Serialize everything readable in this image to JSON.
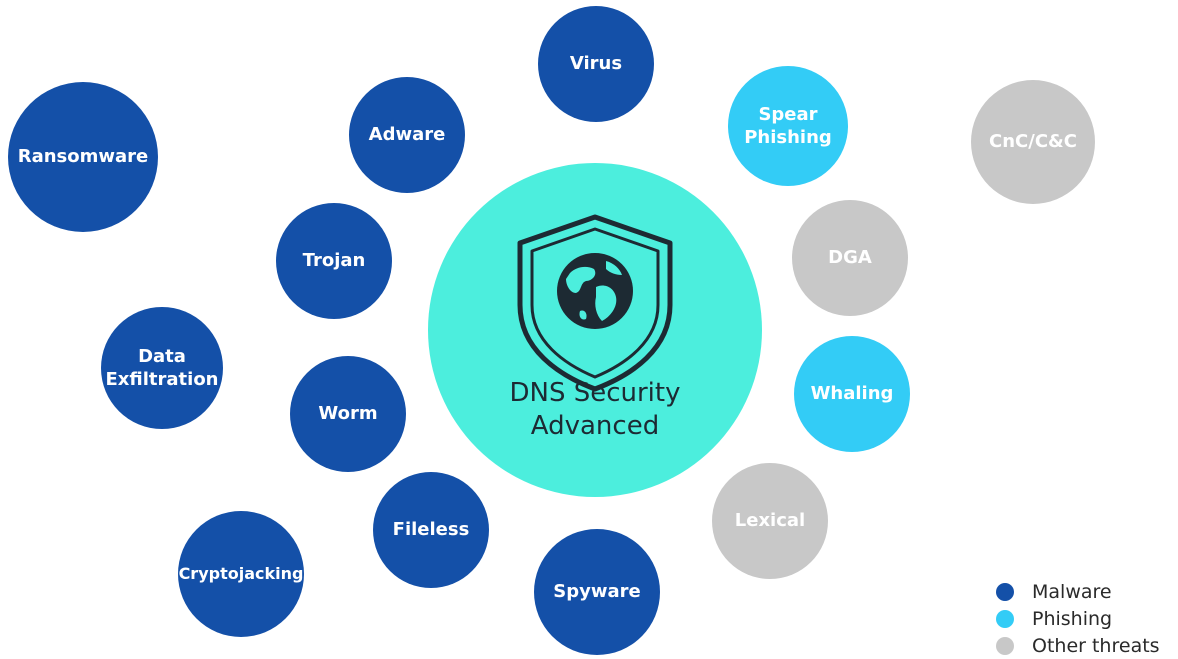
{
  "colors": {
    "malware": "#1450a8",
    "phishing": "#33ccf6",
    "other": "#c8c8c8",
    "center": "#4ceedd",
    "shield_stroke": "#1d2a33"
  },
  "center": {
    "line1": "DNS Security",
    "line2": "Advanced",
    "icon": "shield-globe-icon"
  },
  "nodes": {
    "virus": {
      "label": "Virus",
      "category": "malware"
    },
    "adware": {
      "label": "Adware",
      "category": "malware"
    },
    "ransomware": {
      "label": "Ransomware",
      "category": "malware"
    },
    "trojan": {
      "label": "Trojan",
      "category": "malware"
    },
    "data_exfiltration": {
      "line1": "Data",
      "line2": "Exfiltration",
      "category": "malware"
    },
    "worm": {
      "label": "Worm",
      "category": "malware"
    },
    "fileless": {
      "label": "Fileless",
      "category": "malware"
    },
    "cryptojacking": {
      "label": "Cryptojacking",
      "category": "malware"
    },
    "spyware": {
      "label": "Spyware",
      "category": "malware"
    },
    "spear_phishing": {
      "line1": "Spear",
      "line2": "Phishing",
      "category": "phishing"
    },
    "whaling": {
      "label": "Whaling",
      "category": "phishing"
    },
    "cnc": {
      "label": "CnC/C&C",
      "category": "other"
    },
    "dga": {
      "label": "DGA",
      "category": "other"
    },
    "lexical": {
      "label": "Lexical",
      "category": "other"
    }
  },
  "legend": {
    "malware": "Malware",
    "phishing": "Phishing",
    "other": "Other threats"
  }
}
